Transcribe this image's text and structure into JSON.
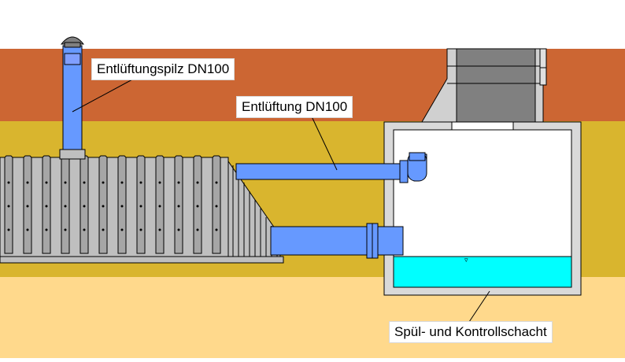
{
  "labels": {
    "vent_cap": "Entlüftungspilz DN100",
    "vent_pipe": "Entlüftung DN100",
    "shaft": "Spül- und Kontrollschacht"
  },
  "colors": {
    "sky": "#ffffff",
    "topsoil": "#cc6633",
    "gravel_layer": "#d9b52e",
    "sand_layer": "#ffd98c",
    "pipe_blue": "#6699ff",
    "water": "#00ffff",
    "tunnel_grey": "#bfbfbf",
    "shaft_grey": "#808080"
  }
}
